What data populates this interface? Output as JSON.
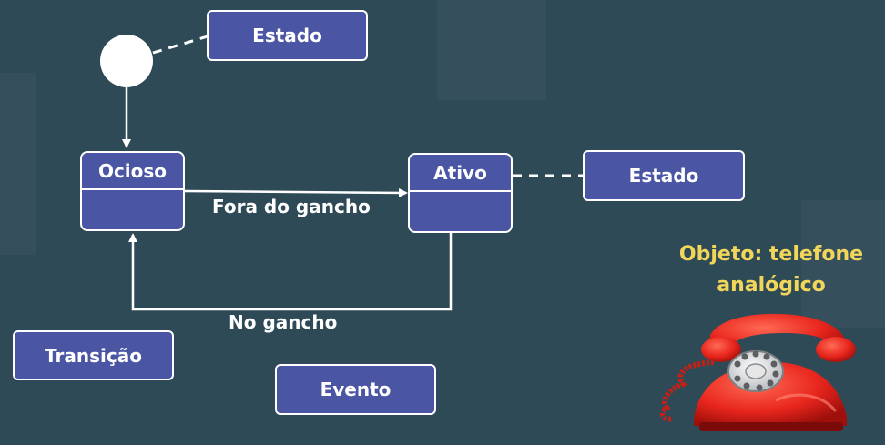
{
  "diagram": {
    "states": {
      "idle": "Ocioso",
      "active": "Ativo"
    },
    "transitions": {
      "off_hook": "Fora do gancho",
      "on_hook": "No gancho"
    },
    "legend": {
      "state_top": "Estado",
      "state_right": "Estado",
      "transition": "Transição",
      "event": "Evento"
    },
    "object": {
      "line1": "Objeto: telefone",
      "line2": "analógico"
    }
  },
  "colors": {
    "background": "#2e4a57",
    "box_fill": "#4a55a3",
    "object_text": "#f2d65a",
    "phone": "#e8261d"
  }
}
